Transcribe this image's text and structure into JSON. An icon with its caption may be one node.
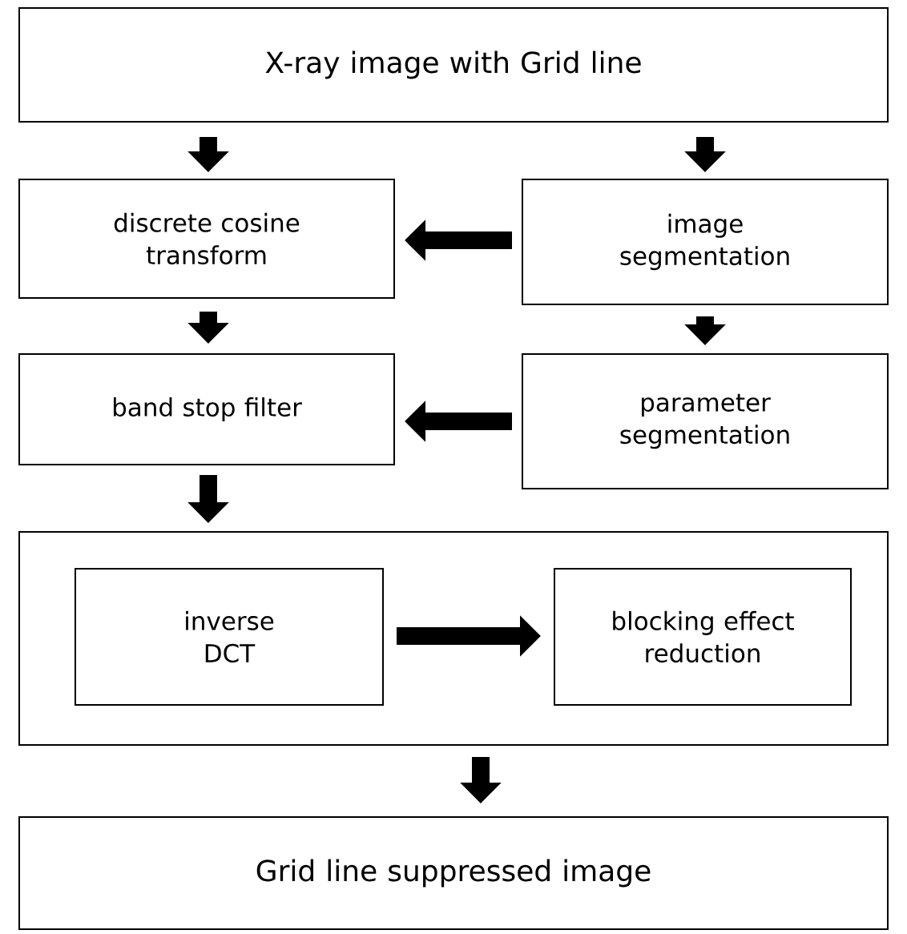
{
  "diagram": {
    "nodes": [
      {
        "text": [
          "X-ray image with Grid line"
        ]
      },
      {
        "text": [
          "discrete cosine transform"
        ]
      },
      {
        "text": [
          "image segmentation"
        ]
      },
      {
        "text": [
          "band stop filter"
        ]
      },
      {
        "text": [
          "parameter segmentation"
        ]
      },
      {
        "text": [],
        "shape": "box"
      },
      {
        "text": [
          "inverse DCT"
        ],
        "in": 5
      },
      {
        "text": [
          "blocking effect reduction"
        ],
        "in": 5
      },
      {
        "text": [
          "Grid line suppressed image"
        ]
      }
    ],
    "edges": [
      {
        "from": 0,
        "to": 1,
        "arrow": "to"
      },
      {
        "from": 0,
        "to": 2,
        "arrow": "to"
      },
      {
        "from": 2,
        "to": 1,
        "arrow": "to"
      },
      {
        "from": 1,
        "to": 3,
        "arrow": "to"
      },
      {
        "from": 2,
        "to": 4,
        "arrow": "to"
      },
      {
        "from": 4,
        "to": 3,
        "arrow": "to"
      },
      {
        "from": 3,
        "to": 5,
        "arrow": "to"
      },
      {
        "from": 6,
        "to": 7,
        "arrow": "to"
      },
      {
        "from": 5,
        "to": 8,
        "arrow": "to"
      }
    ]
  }
}
